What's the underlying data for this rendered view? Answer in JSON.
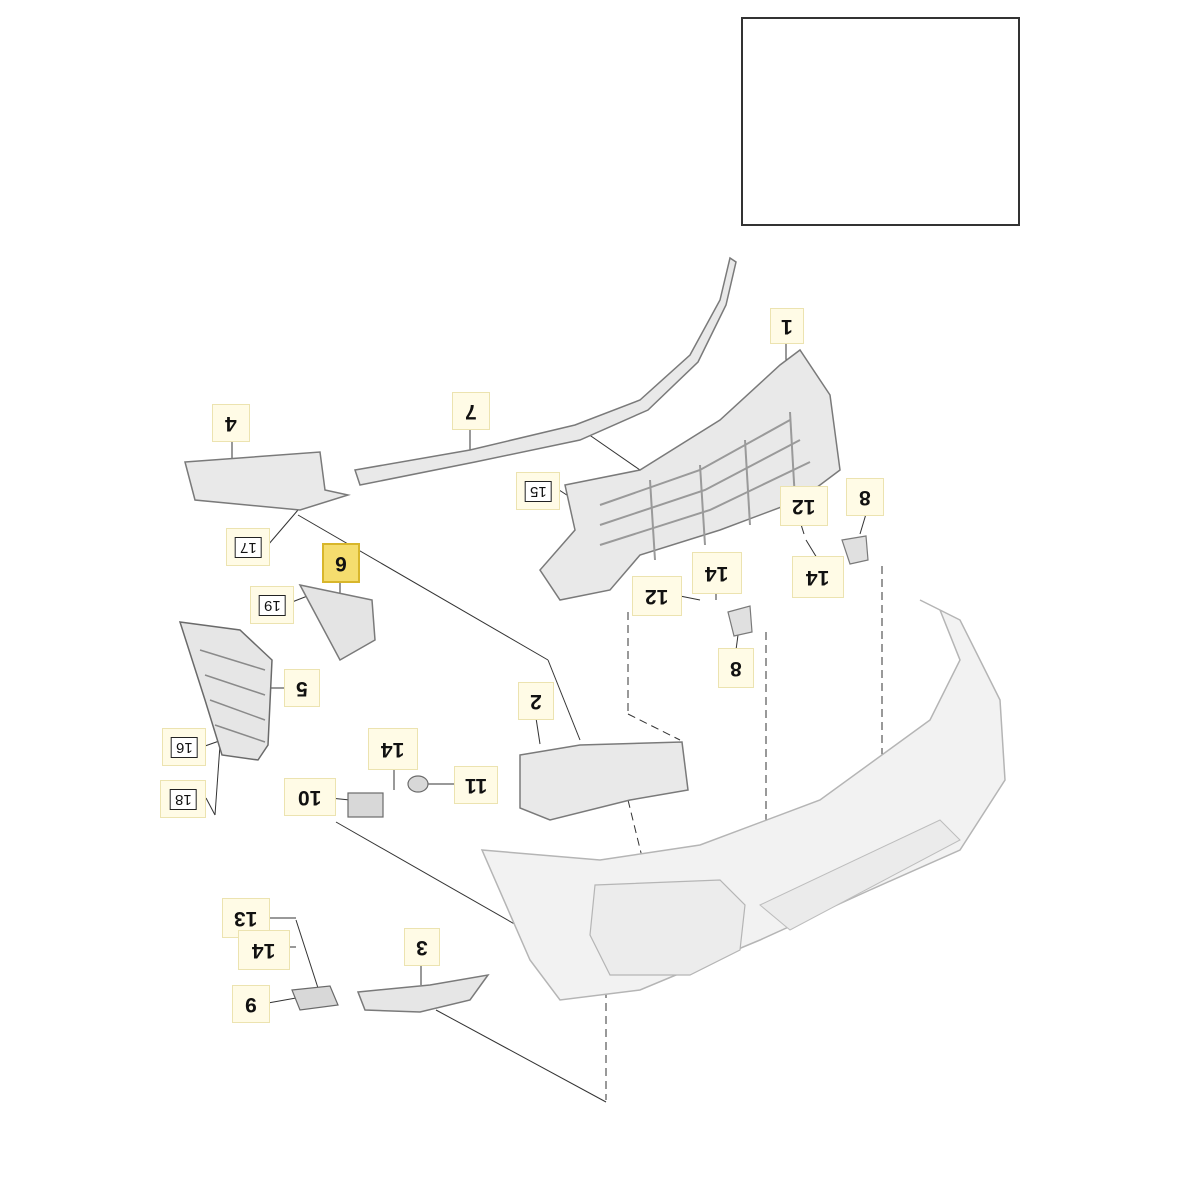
{
  "diagram": {
    "selected_part": "6",
    "callouts": [
      {
        "id": "c1",
        "label": "1"
      },
      {
        "id": "c2",
        "label": "2"
      },
      {
        "id": "c3",
        "label": "3"
      },
      {
        "id": "c4",
        "label": "4"
      },
      {
        "id": "c5",
        "label": "5"
      },
      {
        "id": "c6",
        "label": "6"
      },
      {
        "id": "c7",
        "label": "7"
      },
      {
        "id": "c8a",
        "label": "8"
      },
      {
        "id": "c8b",
        "label": "8"
      },
      {
        "id": "c9",
        "label": "9"
      },
      {
        "id": "c10",
        "label": "10"
      },
      {
        "id": "c11",
        "label": "11"
      },
      {
        "id": "c12a",
        "label": "12"
      },
      {
        "id": "c12b",
        "label": "12"
      },
      {
        "id": "c13",
        "label": "13"
      },
      {
        "id": "c14a",
        "label": "14"
      },
      {
        "id": "c14b",
        "label": "14"
      },
      {
        "id": "c14c",
        "label": "14"
      },
      {
        "id": "c14d",
        "label": "14"
      },
      {
        "id": "c15",
        "label": "15"
      },
      {
        "id": "c16",
        "label": "16"
      },
      {
        "id": "c17",
        "label": "17"
      },
      {
        "id": "c18",
        "label": "18"
      },
      {
        "id": "c19",
        "label": "19"
      }
    ]
  },
  "colors": {
    "callout_fill": "#fffbe6",
    "selected_fill": "#f5dd6e",
    "line": "#333333",
    "part_fill": "#e9e9e9",
    "part_stroke": "#7a7a7a"
  }
}
